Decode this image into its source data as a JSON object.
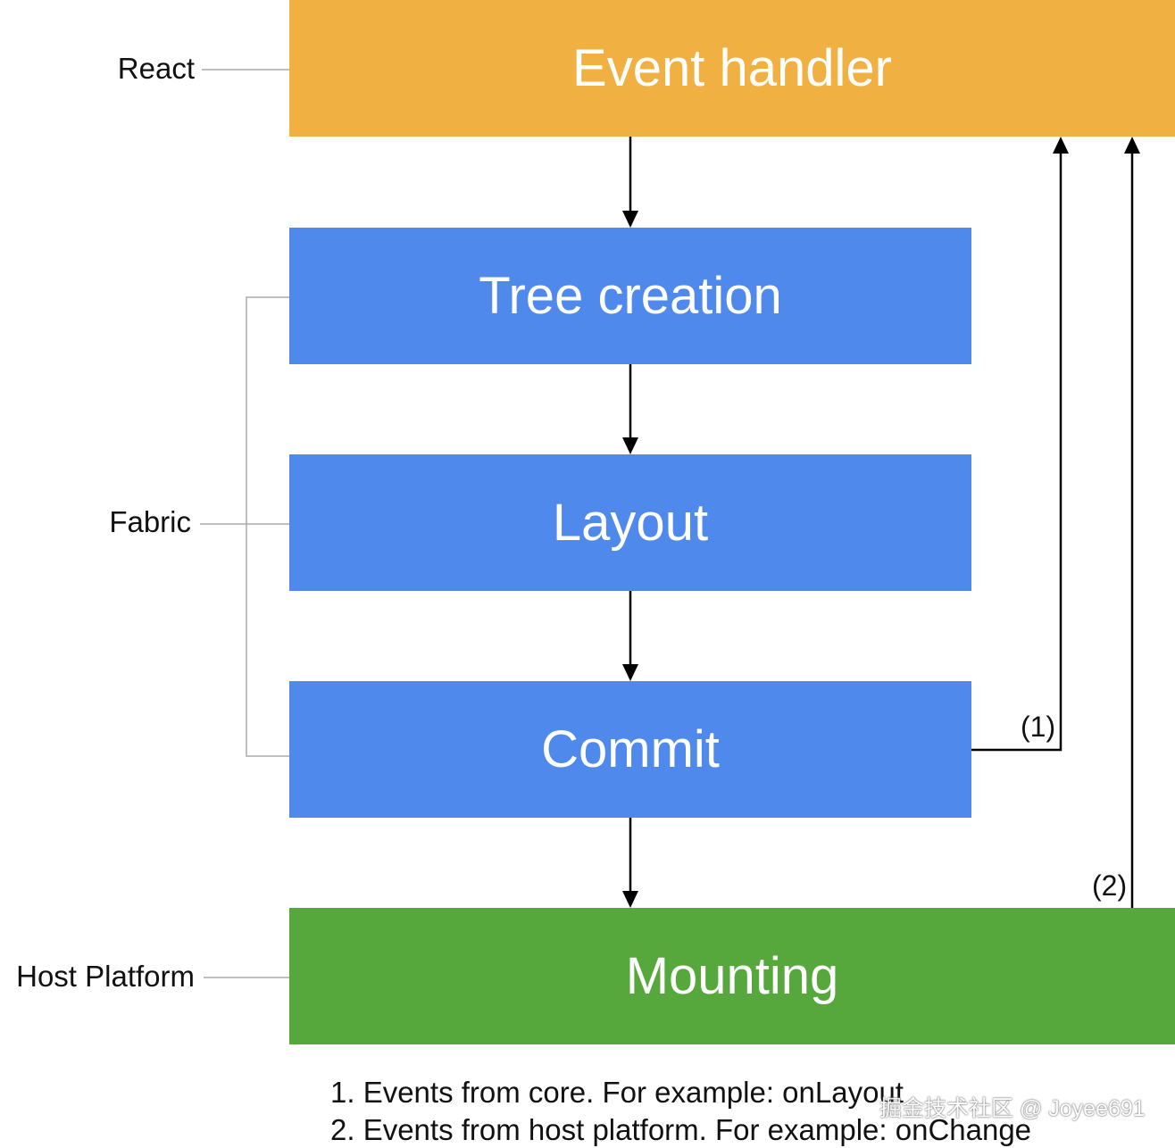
{
  "layers": {
    "react": "React",
    "fabric": "Fabric",
    "host_platform": "Host Platform"
  },
  "boxes": {
    "event_handler": "Event handler",
    "tree_creation": "Tree creation",
    "layout": "Layout",
    "commit": "Commit",
    "mounting": "Mounting"
  },
  "path_labels": {
    "path_1": "(1)",
    "path_2": "(2)"
  },
  "footnotes": {
    "note_1": "1. Events from core. For example: onLayout",
    "note_2": "2. Events from host platform. For example: onChange"
  },
  "watermark": "掘金技术社区 @ Joyee691",
  "colors": {
    "react": "#F0B042",
    "fabric": "#4F89EB",
    "host": "#57A83C",
    "arrow": "#000000",
    "bracket": "#AAAAAA"
  }
}
